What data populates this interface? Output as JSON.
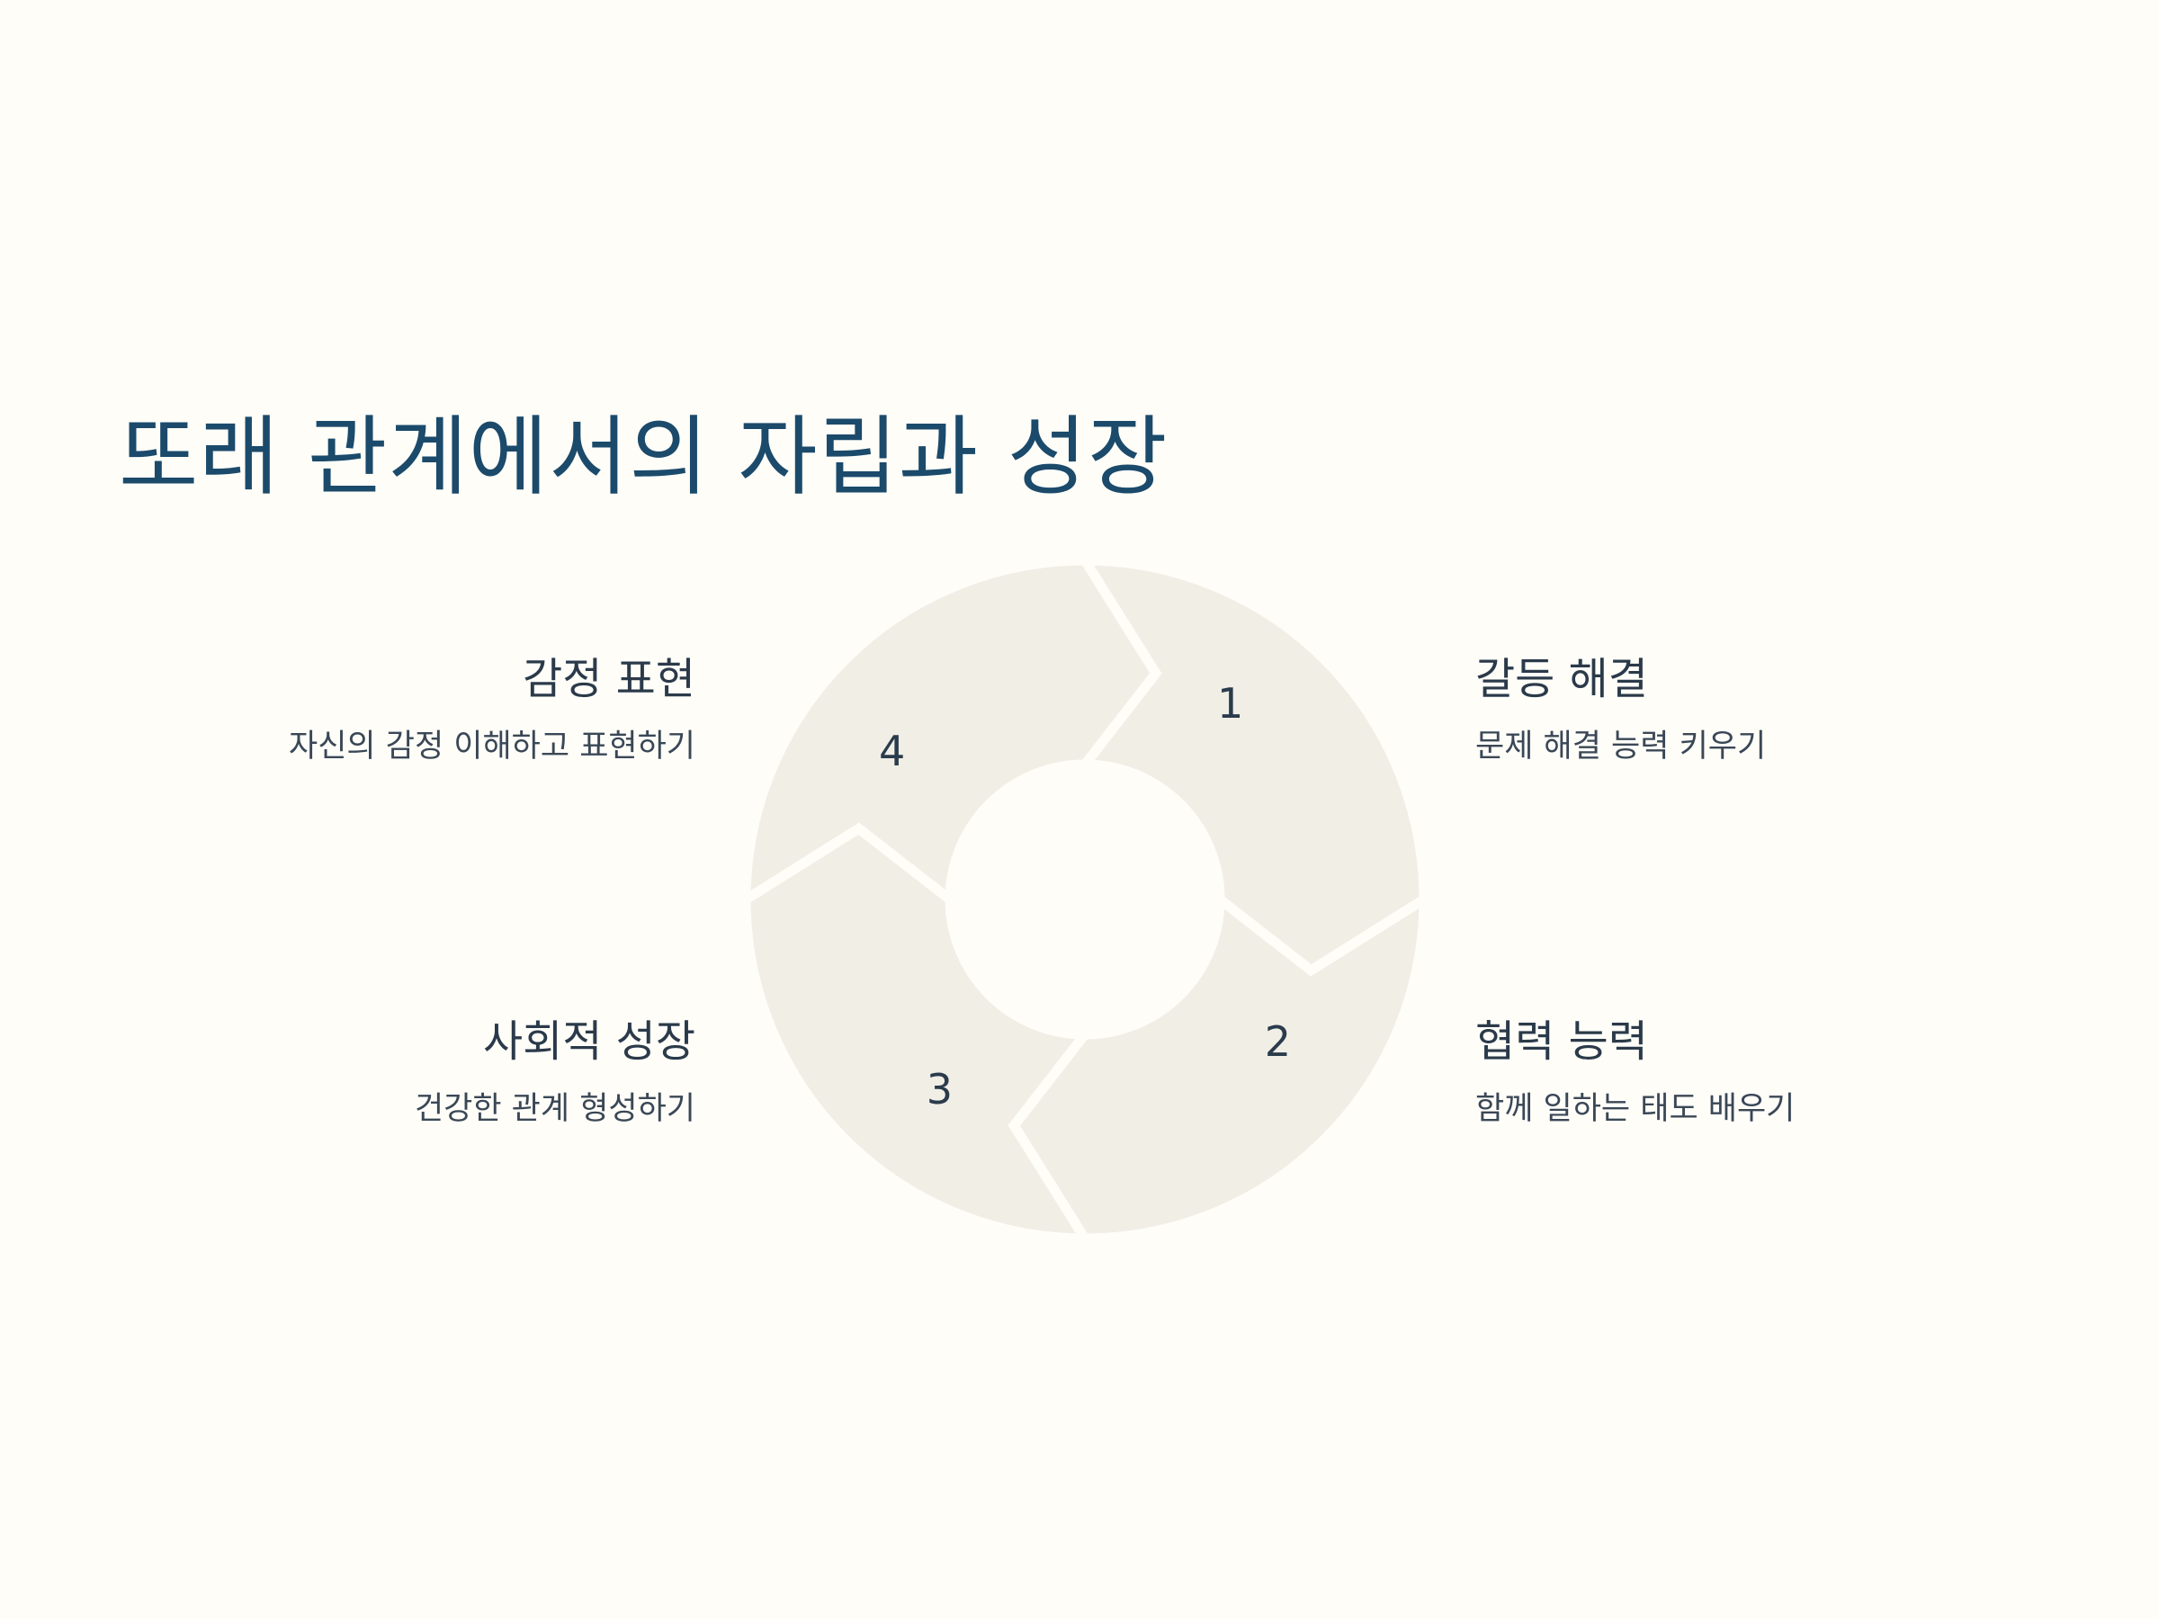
{
  "title": "또래 관계에서의 자립과 성장",
  "colors": {
    "background": "#fefdf8",
    "title": "#1b4a6b",
    "segment": "#f1eee6",
    "text": "#2b3a4a"
  },
  "steps": [
    {
      "number": "1",
      "title": "감정 표현",
      "description": "자신의 감정 이해하고 표현하기"
    },
    {
      "number": "2",
      "title": "갈등 해결",
      "description": "문제 해결 능력 키우기"
    },
    {
      "number": "3",
      "title": "협력 능력",
      "description": "함께 일하는 태도 배우기"
    },
    {
      "number": "4",
      "title": "사회적 성장",
      "description": "건강한 관계 형성하기"
    }
  ]
}
